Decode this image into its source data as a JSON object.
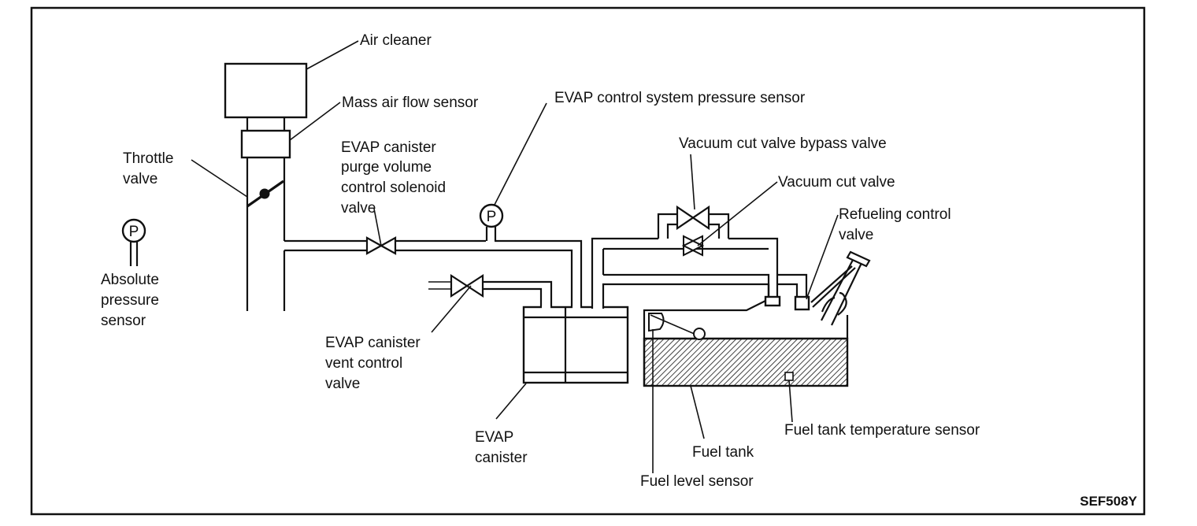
{
  "figure": {
    "code": "SEF508Y",
    "description": "EVAP control system component layout"
  },
  "labels": {
    "air_cleaner": "Air cleaner",
    "mass_air_flow_sensor": "Mass air flow sensor",
    "throttle_valve": [
      "Throttle",
      "valve"
    ],
    "absolute_pressure_sensor": [
      "Absolute",
      "pressure",
      "sensor"
    ],
    "purge_solenoid_valve": [
      "EVAP canister",
      "purge volume",
      "control solenoid",
      "valve"
    ],
    "evap_pressure_sensor": "EVAP control system pressure sensor",
    "vacuum_cut_bypass_valve": "Vacuum cut valve bypass valve",
    "vacuum_cut_valve": "Vacuum cut valve",
    "refueling_control_valve": [
      "Refueling control",
      "valve"
    ],
    "vent_control_valve": [
      "EVAP canister",
      "vent control",
      "valve"
    ],
    "evap_canister": [
      "EVAP",
      "canister"
    ],
    "fuel_tank": "Fuel tank",
    "fuel_tank_temp_sensor": "Fuel tank temperature sensor",
    "fuel_level_sensor": "Fuel level sensor"
  },
  "symbols": {
    "pressure_sensor_glyph": "P"
  }
}
